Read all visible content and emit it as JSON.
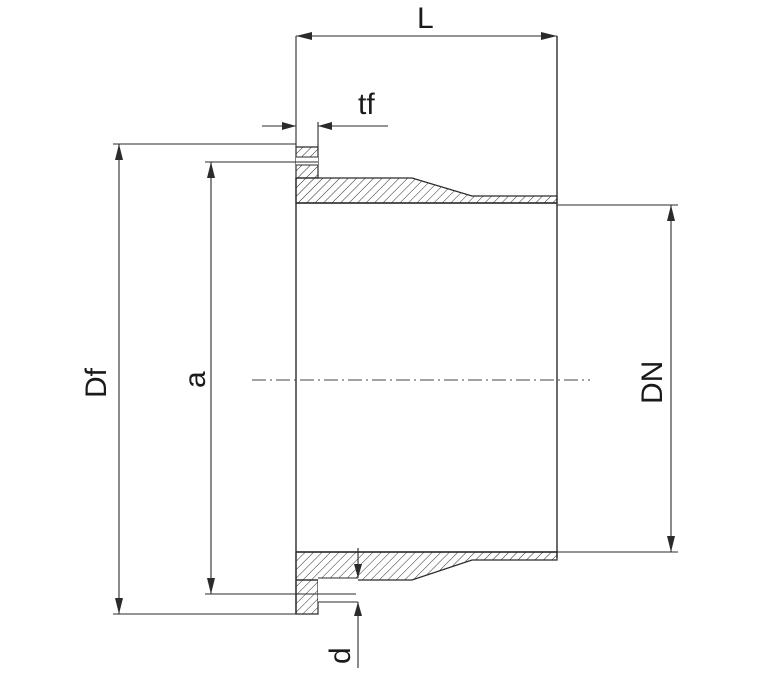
{
  "diagram": {
    "labels": {
      "length": "L",
      "flange_thickness": "tf",
      "flange_diameter": "Df",
      "bolt_circle": "a",
      "nominal_diameter": "DN",
      "hole_diameter": "d"
    }
  }
}
